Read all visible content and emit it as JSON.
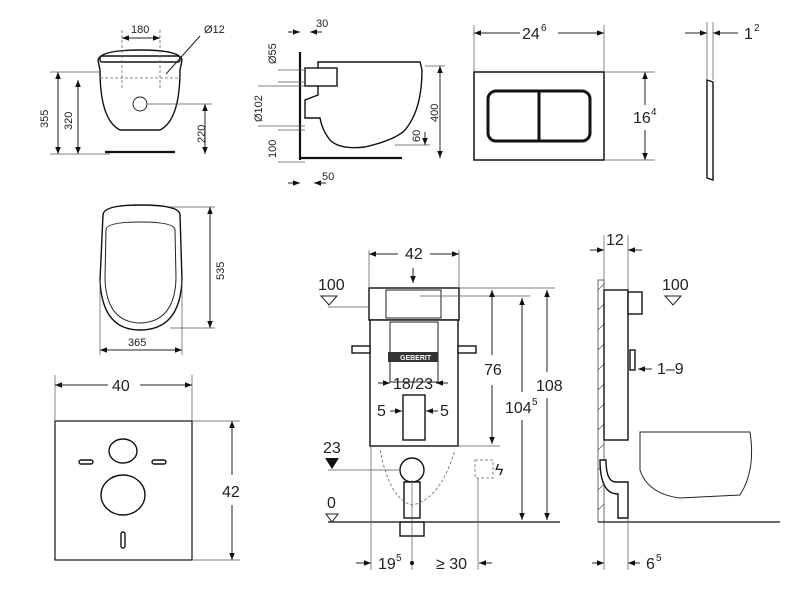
{
  "toilet_front": {
    "width": "180",
    "hole_dia": "Ø12",
    "height_total": "355",
    "height_bolts": "320",
    "height_outlet": "220"
  },
  "toilet_side": {
    "wall_offset": "30",
    "inlet_dia": "Ø55",
    "outlet_dia": "Ø102",
    "outlet_height": "100",
    "bowl_height": "400",
    "rim_drop": "60",
    "floor_gap": "50"
  },
  "flush_plate": {
    "width": "24",
    "width_sup": "6",
    "height": "16",
    "height_sup": "4",
    "depth": "1",
    "depth_sup": "2"
  },
  "seat_top": {
    "length": "535",
    "width": "365"
  },
  "sound_mat": {
    "width": "40",
    "height": "42"
  },
  "frame_front": {
    "width": "42",
    "level_top": "100",
    "inner_width": "18/23",
    "bolt_left": "5",
    "bolt_right": "5",
    "level_inlet": "23",
    "level_floor": "0",
    "h1": "76",
    "h2": "104",
    "h2_sup": "5",
    "h3": "108",
    "offset_left": "19",
    "offset_left_sup": "5",
    "offset_right": "≥ 30",
    "brand": "GEBERIT"
  },
  "frame_side": {
    "depth": "12",
    "level_top": "100",
    "flush_range": "1–9",
    "bottom_offset": "6",
    "bottom_offset_sup": "5"
  }
}
